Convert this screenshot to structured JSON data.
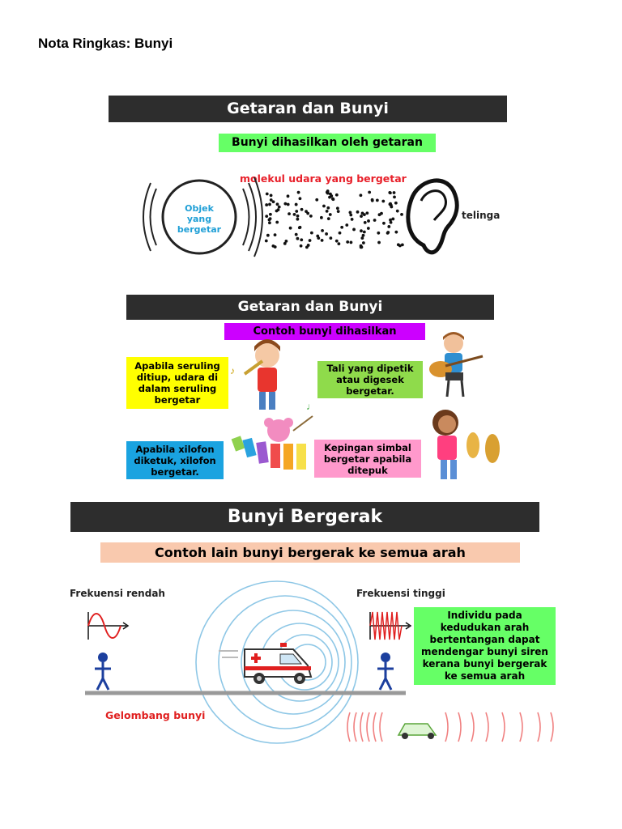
{
  "page_title": "Nota Ringkas: Bunyi",
  "panel1": {
    "header": "Getaran dan Bunyi",
    "subheader": "Bunyi dihasilkan oleh getaran",
    "molecules_label": "molekul udara yang bergetar",
    "object_label": "Objek\nyang\nbergetar",
    "ear_label": "telinga",
    "colors": {
      "header_bg": "#2d2d2d",
      "subheader_bg": "#66ff66",
      "molecules_text": "#e8202a",
      "object_text": "#1f9fd6"
    }
  },
  "panel2": {
    "header": "Getaran dan Bunyi",
    "subheader": "Contoh bunyi dihasilkan",
    "box_flute": "Apabila seruling ditiup, udara di dalam seruling bergetar",
    "box_string": "Tali yang dipetik atau digesek bergetar.",
    "box_xylophone": "Apabila xilofon diketuk, xilofon bergetar.",
    "box_cymbal": "Kepingan simbal bergetar apabila ditepuk",
    "colors": {
      "subheader_bg": "#cc00ff",
      "flute_bg": "#ffff00",
      "string_bg": "#8fdb4b",
      "xylophone_bg": "#1aa3e0",
      "cymbal_bg": "#ff99cc"
    }
  },
  "panel3": {
    "header": "Bunyi Bergerak",
    "subheader": "Contoh lain bunyi bergerak ke semua arah",
    "low_freq_label": "Frekuensi rendah",
    "high_freq_label": "Frekuensi tinggi",
    "info_box": "Individu pada kedudukan arah bertentangan dapat mendengar bunyi siren kerana bunyi bergerak ke semua arah",
    "wave_label": "Gelombang bunyi",
    "colors": {
      "subheader_bg": "#f9c9ae",
      "info_bg": "#66ff66",
      "wave_label": "#e02020",
      "wave_rings": "#8ec7e6"
    }
  }
}
